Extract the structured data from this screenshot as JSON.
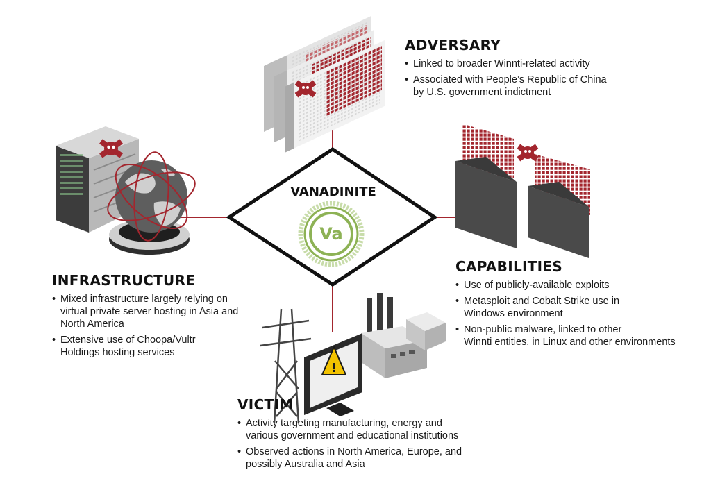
{
  "center": {
    "title": "VANADINITE",
    "logo_text": "Va"
  },
  "adversary": {
    "title": "ADVERSARY",
    "bullets": [
      "Linked to broader Winnti-related activity",
      "Associated with People’s Republic of China\nby U.S. government indictment"
    ]
  },
  "capabilities": {
    "title": "CAPABILITIES",
    "bullets": [
      "Use of publicly-available exploits",
      "Metasploit and Cobalt Strike use in\nWindows environment",
      "Non-public malware, linked to other\nWinnti entities, in Linux and other environments"
    ]
  },
  "infrastructure": {
    "title": "INFRASTRUCTURE",
    "bullets": [
      "Mixed infrastructure largely relying on\nvirtual private server hosting in Asia and\nNorth America",
      "Extensive use of Choopa/Vultr\nHoldings hosting services"
    ]
  },
  "victim": {
    "title": "VICTIM",
    "bullets": [
      "Activity targeting manufacturing, energy and\nvarious government and educational institutions",
      "Observed actions in North America, Europe, and\npossibly Australia and Asia"
    ]
  },
  "colors": {
    "accent_red": "#a3262e",
    "logo_green": "#8db255",
    "dark_gray": "#4a4a4a",
    "outline": "#111111"
  }
}
